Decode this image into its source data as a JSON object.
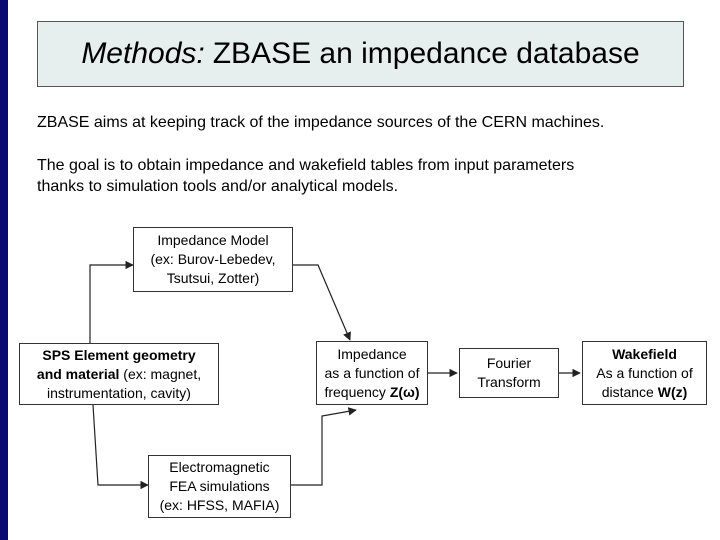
{
  "title": {
    "italic": "Methods:",
    "rest": "ZBASE an impedance database"
  },
  "paragraphs": {
    "p1": "ZBASE aims at keeping track of the impedance sources of the CERN machines.",
    "p2_line1": "The goal is to obtain impedance and wakefield tables from input parameters",
    "p2_line2": "thanks to simulation tools and/or analytical models."
  },
  "boxes": {
    "impedance_model": {
      "title": "Impedance Model",
      "line1": "(ex: Burov-Lebedev,",
      "line2": "Tsutsui, Zotter)"
    },
    "sps_geometry": {
      "bold1": "SPS Element geometry",
      "bold2": "and material",
      "rest2": " (ex: magnet,",
      "line3": "instrumentation, cavity)"
    },
    "em_simulations": {
      "line1": "Electromagnetic",
      "line2": "FEA simulations",
      "line3": "(ex: HFSS, MAFIA)"
    },
    "impedance": {
      "title": "Impedance",
      "line1": "as a function of",
      "line2_prefix": "frequency ",
      "line2_bold": "Z(ω)"
    },
    "fourier": {
      "line1": "Fourier",
      "line2": "Transform"
    },
    "wakefield": {
      "title": "Wakefield",
      "line1": "As a function of",
      "line2_prefix": "distance ",
      "line2_bold": "W(z)"
    }
  }
}
